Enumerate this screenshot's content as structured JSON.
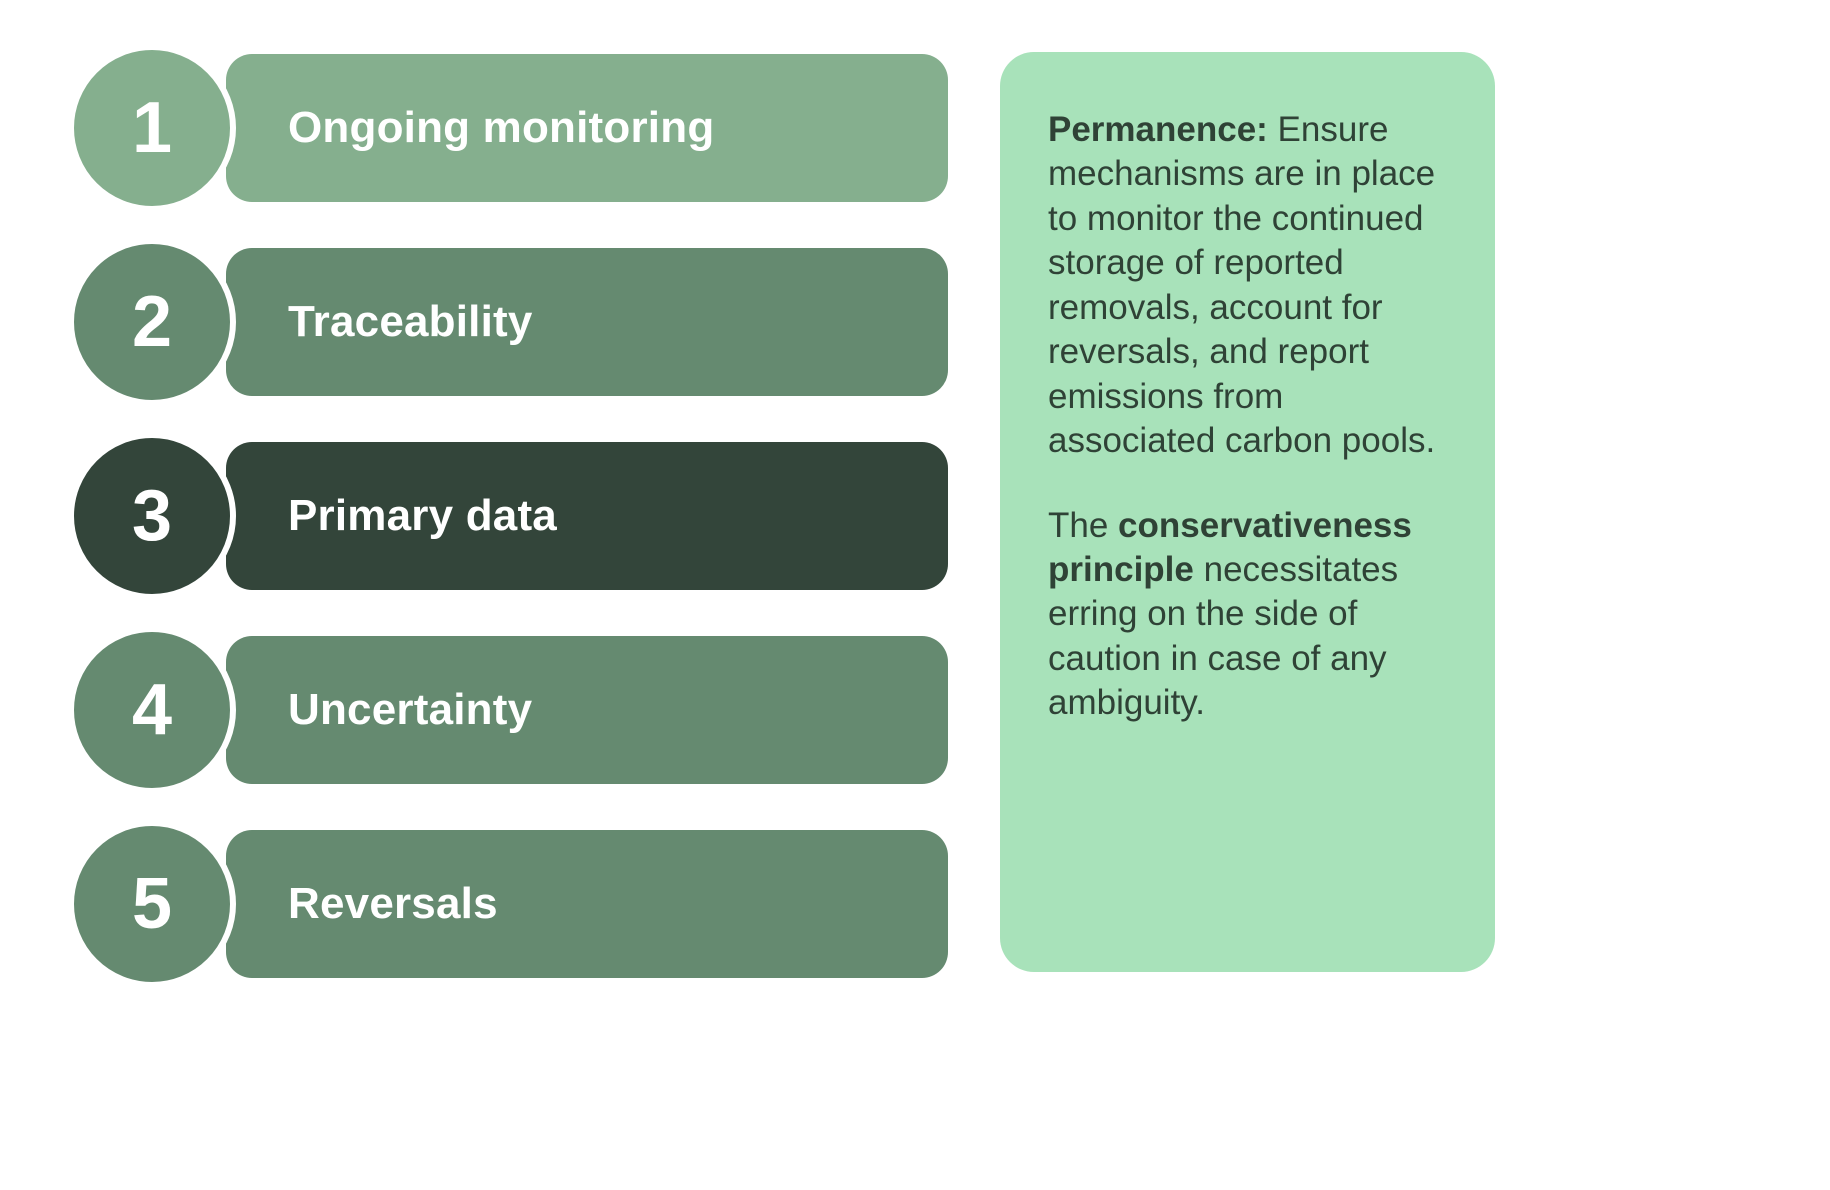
{
  "colors": {
    "background": "#ffffff",
    "step_light": "#85af8e",
    "step_mid": "#658a70",
    "step_highlight": "#33453a",
    "panel_background": "#a8e2ba",
    "panel_text": "#2f4236",
    "step_text": "#ffffff"
  },
  "steps": [
    {
      "number": "1",
      "label": "Ongoing monitoring",
      "tone": "tone-light",
      "highlighted": false
    },
    {
      "number": "2",
      "label": "Traceability",
      "tone": "tone-mid",
      "highlighted": false
    },
    {
      "number": "3",
      "label": "Primary data",
      "tone": "tone-dark",
      "highlighted": true
    },
    {
      "number": "4",
      "label": "Uncertainty",
      "tone": "tone-mid",
      "highlighted": false
    },
    {
      "number": "5",
      "label": "Reversals",
      "tone": "tone-mid",
      "highlighted": false
    }
  ],
  "note_panel": {
    "paragraphs": [
      {
        "lead": "Permanence:",
        "body": " Ensure mechanisms are in place to monitor the continued storage of reported removals, account for reversals, and report emissions from associated carbon pools."
      },
      {
        "prefix": "The ",
        "emphasis": "conservativeness principle",
        "body": " necessitates erring on the side of caution in case of any ambiguity."
      }
    ]
  }
}
